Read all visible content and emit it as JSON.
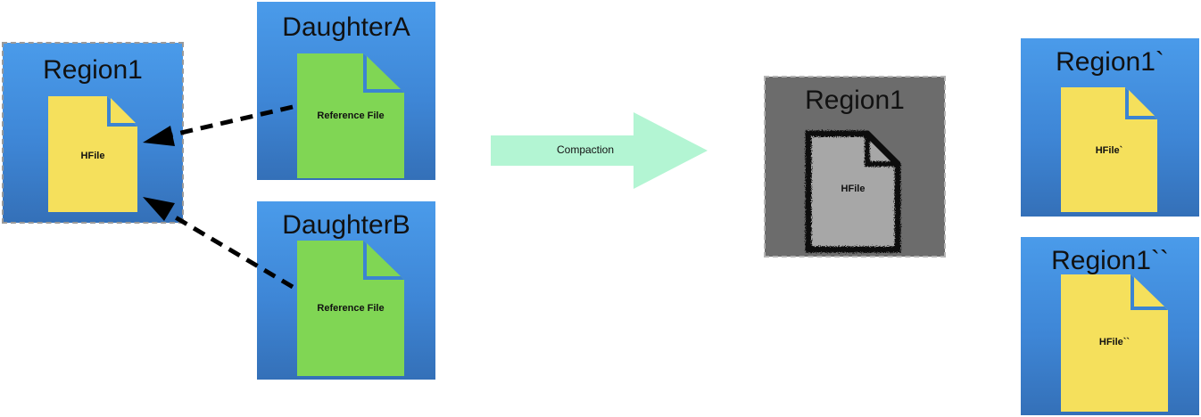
{
  "region1_left": {
    "title": "Region1",
    "file_label": "HFile"
  },
  "daughter_a": {
    "title": "DaughterA",
    "file_label": "Reference File"
  },
  "daughter_b": {
    "title": "DaughterB",
    "file_label": "Reference File"
  },
  "compaction": {
    "label": "Compaction"
  },
  "region1_compacted": {
    "title": "Region1",
    "file_label": "HFile"
  },
  "region1_a": {
    "title": "Region1`",
    "file_label": "HFile`"
  },
  "region1_b": {
    "title": "Region1``",
    "file_label": "HFile``"
  },
  "colors": {
    "box_blue": "#4a9bea",
    "file_yellow": "#f5e05c",
    "file_green": "#80d654",
    "file_gray": "#a7a7a7",
    "region_gray": "#6c6c6c",
    "arrow_mint": "#b3f5d3"
  }
}
